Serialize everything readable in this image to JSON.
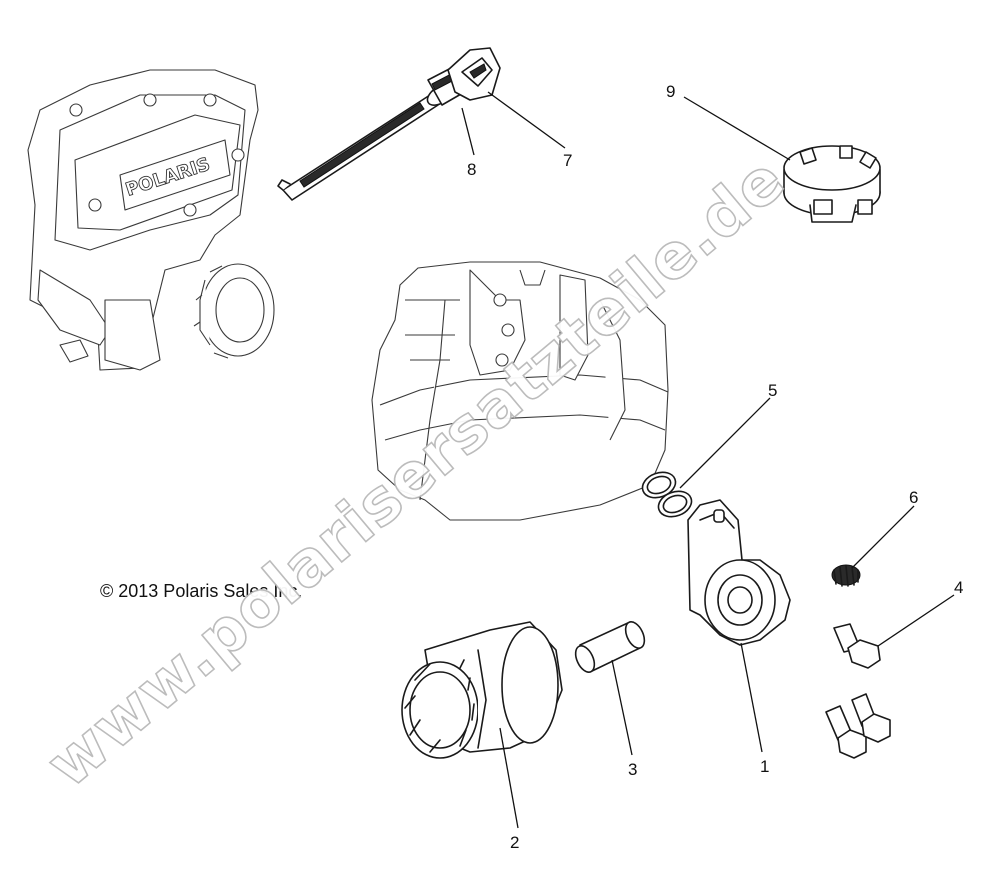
{
  "copyright": "© 2013 Polaris Sales Inc.",
  "watermark": "www.polarisersatzteile.de",
  "callouts": [
    {
      "id": "1",
      "label": "1"
    },
    {
      "id": "2",
      "label": "2"
    },
    {
      "id": "3",
      "label": "3"
    },
    {
      "id": "4",
      "label": "4"
    },
    {
      "id": "5",
      "label": "5"
    },
    {
      "id": "6",
      "label": "6"
    },
    {
      "id": "7",
      "label": "7"
    },
    {
      "id": "8",
      "label": "8"
    },
    {
      "id": "9",
      "label": "9"
    }
  ],
  "colors": {
    "line": "#1a1a1a",
    "background": "#ffffff",
    "watermark_outline": "#b9b9b9"
  }
}
